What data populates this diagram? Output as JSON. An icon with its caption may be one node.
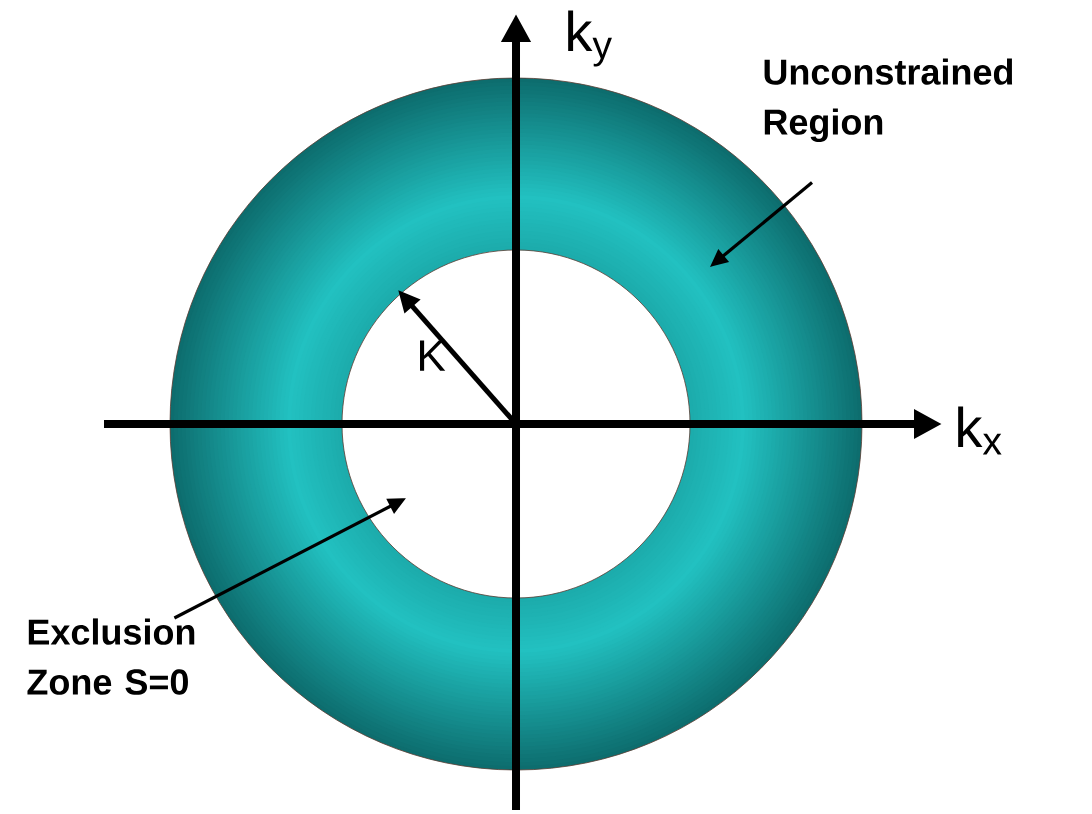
{
  "diagram": {
    "nodes": [
      {
        "text": [
          "Unconstrained Region"
        ]
      },
      {
        "text": [],
        "shape": "circle"
      },
      {
        "text": [
          "Exclusion Zone S=0"
        ]
      },
      {
        "text": [],
        "shape": "circle",
        "in": 1
      }
    ],
    "edges": [
      {
        "from": 0,
        "to": 1,
        "arrow": "to"
      },
      {
        "from": 2,
        "to": 3,
        "arrow": "to"
      }
    ],
    "labels": [
      "k$_{y}$",
      "k$_{x}$",
      "K"
    ]
  }
}
